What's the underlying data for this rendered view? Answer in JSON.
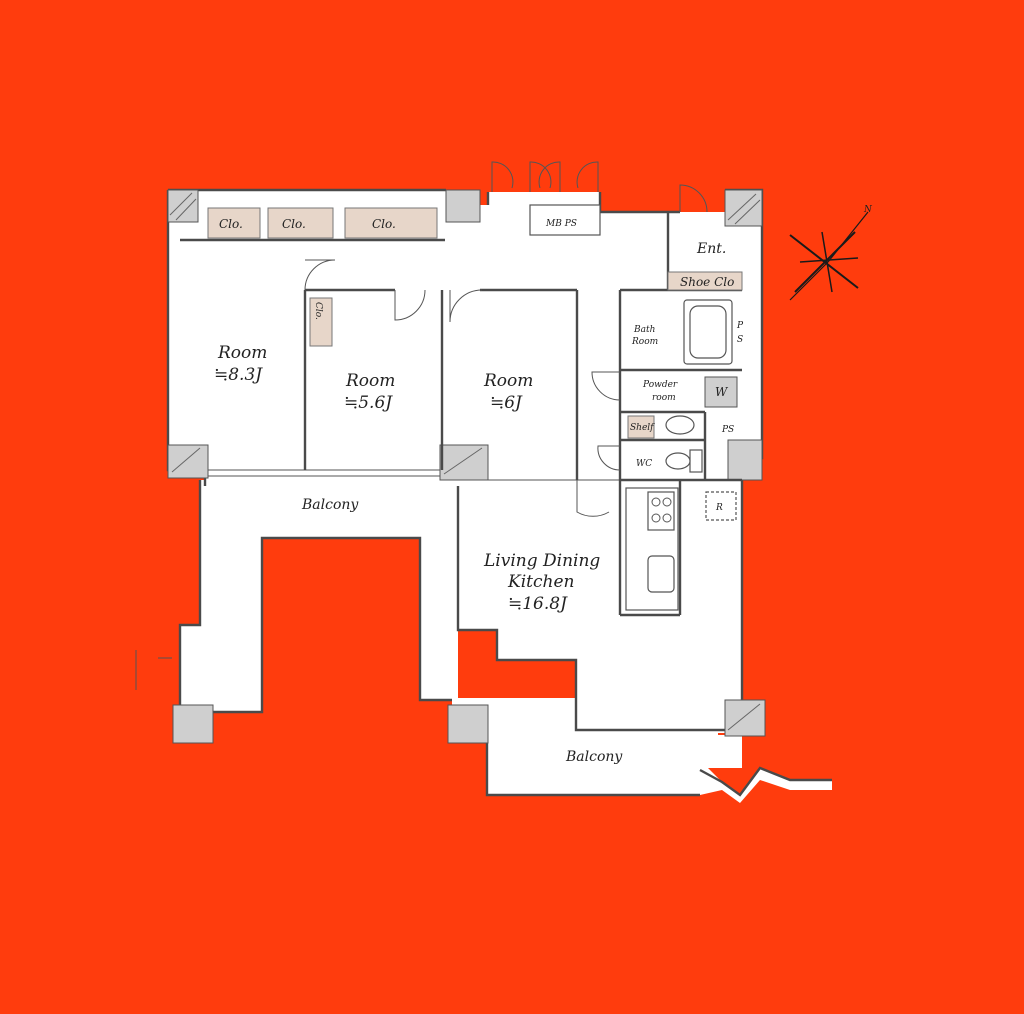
{
  "background_color": "#ff3c0d",
  "rooms": {
    "room_a": {
      "name": "Room",
      "area": "≒8.3J"
    },
    "room_b": {
      "name": "Room",
      "area": "≒5.6J"
    },
    "room_c": {
      "name": "Room",
      "area": "≒6J"
    },
    "ldk": {
      "name_line1": "Living Dining",
      "name_line2": "Kitchen",
      "area": "≒16.8J"
    }
  },
  "labels": {
    "clo": "Clo.",
    "mb_ps": "MB PS",
    "ent": "Ent.",
    "shoe_clo": "Shoe Clo",
    "bath_line1": "Bath",
    "bath_line2": "Room",
    "ps": "PS",
    "ps_p": "P",
    "ps_s": "S",
    "powder_line1": "Powder",
    "powder_line2": "room",
    "w": "W",
    "shelf": "Shelf",
    "wc": "WC",
    "r": "R",
    "balcony": "Balcony"
  },
  "compass": {
    "north_label": "N",
    "color": "#1a1a1a"
  },
  "colors": {
    "closet": "#e7d6c9",
    "wall": "#d9d9d9",
    "floor": "#ffffff"
  }
}
